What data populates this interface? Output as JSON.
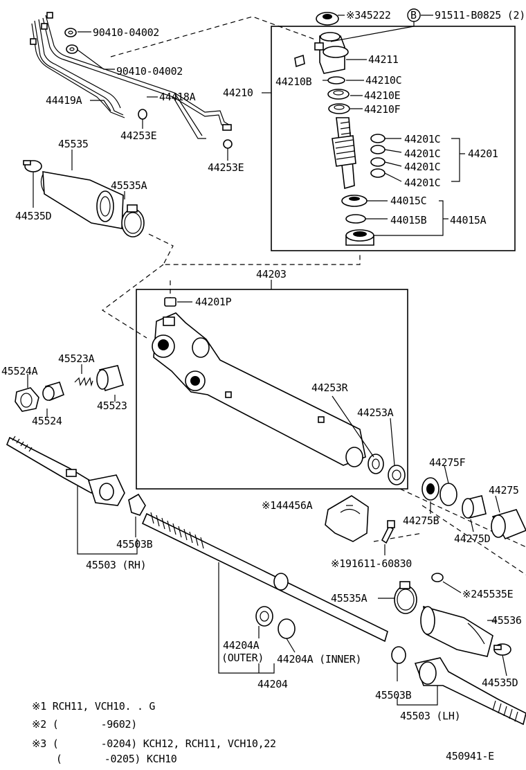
{
  "diagram_code": "450941-E",
  "labels": {
    "p345222": "※345222",
    "circle_b": "B",
    "p91511": "91511-B0825 (2)",
    "p90410a": "90410-04002",
    "p90410b": "90410-04002",
    "p44211": "44211",
    "p44210b": "44210B",
    "p44210c": "44210C",
    "p44210": "44210",
    "p44210e": "44210E",
    "p44210f": "44210F",
    "p44419a": "44419A",
    "p44418a": "44418A",
    "p44253e_1": "44253E",
    "p44253e_2": "44253E",
    "p44201c_1": "44201C",
    "p44201c_2": "44201C",
    "p44201c_3": "44201C",
    "p44201c_4": "44201C",
    "p44201": "44201",
    "p45535": "45535",
    "p45535a_top": "45535A",
    "p44535d_top": "44535D",
    "p44015c": "44015C",
    "p44015b": "44015B",
    "p44015a": "44015A",
    "p44203": "44203",
    "p44201p": "44201P",
    "p45523a": "45523A",
    "p45524a": "45524A",
    "p45523": "45523",
    "p45524": "45524",
    "p44253r": "44253R",
    "p44253a": "44253A",
    "p44275f": "44275F",
    "p44275": "44275",
    "p44456a": "※144456A",
    "p44275b": "44275B",
    "p44275d": "44275D",
    "p45503b_top": "45503B",
    "p45503_rh": "45503 (RH)",
    "p91611": "※191611-60830",
    "p45535e": "※245535E",
    "p45535a_bot": "45535A",
    "p45536": "45536",
    "p44204a_outer": "44204A",
    "p44204a_outer2": "(OUTER)",
    "p44204a_inner": "44204A (INNER)",
    "p44535d_bot": "44535D",
    "p45503b_bot": "45503B",
    "p44204": "44204",
    "p45503_lh": "45503 (LH)"
  },
  "notes": [
    "※1 RCH11, VCH10. . G",
    "※2 (       -9602)",
    "※3 (       -0204) KCH12, RCH11, VCH10,22",
    "    (       -0205) KCH10"
  ]
}
